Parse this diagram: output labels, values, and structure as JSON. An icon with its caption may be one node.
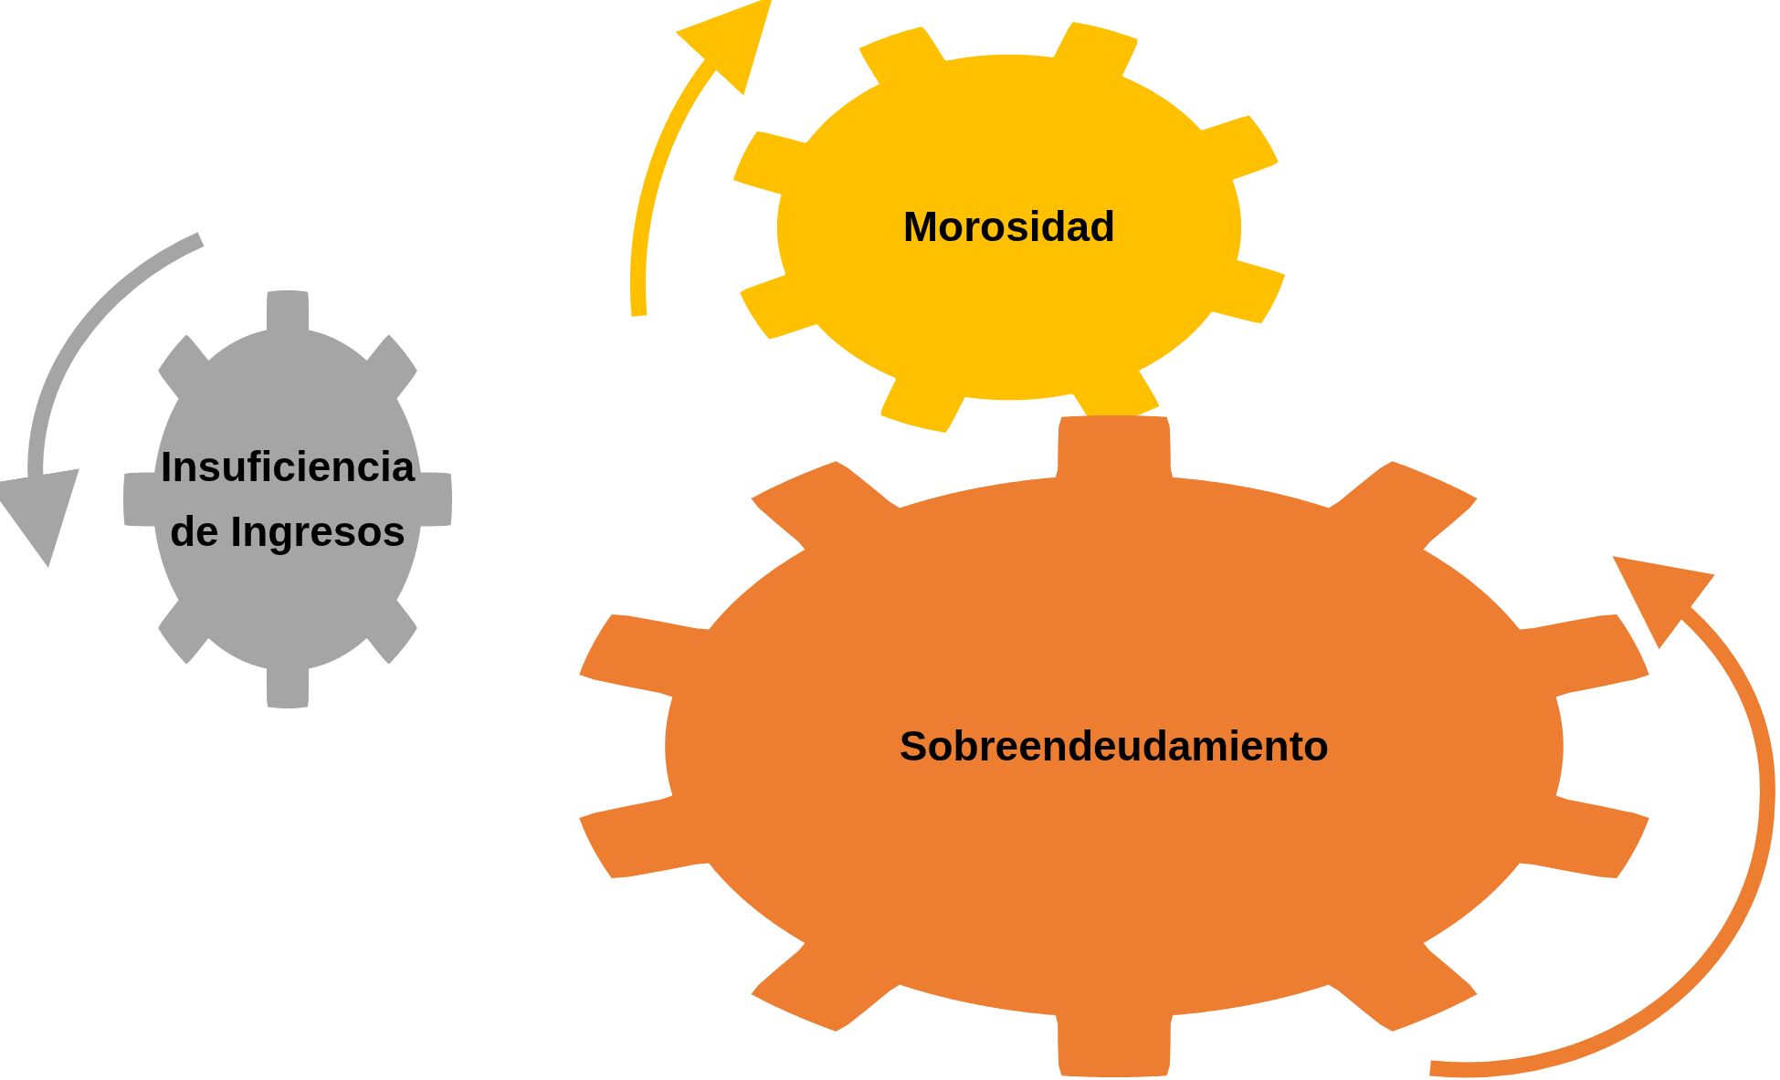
{
  "diagram": {
    "nodes": [
      {
        "text": [
          "Morosidad"
        ]
      },
      {
        "text": [
          "Insuficiencia de Ingresos"
        ]
      },
      {
        "text": [
          "Sobreendeudamiento"
        ]
      }
    ]
  }
}
